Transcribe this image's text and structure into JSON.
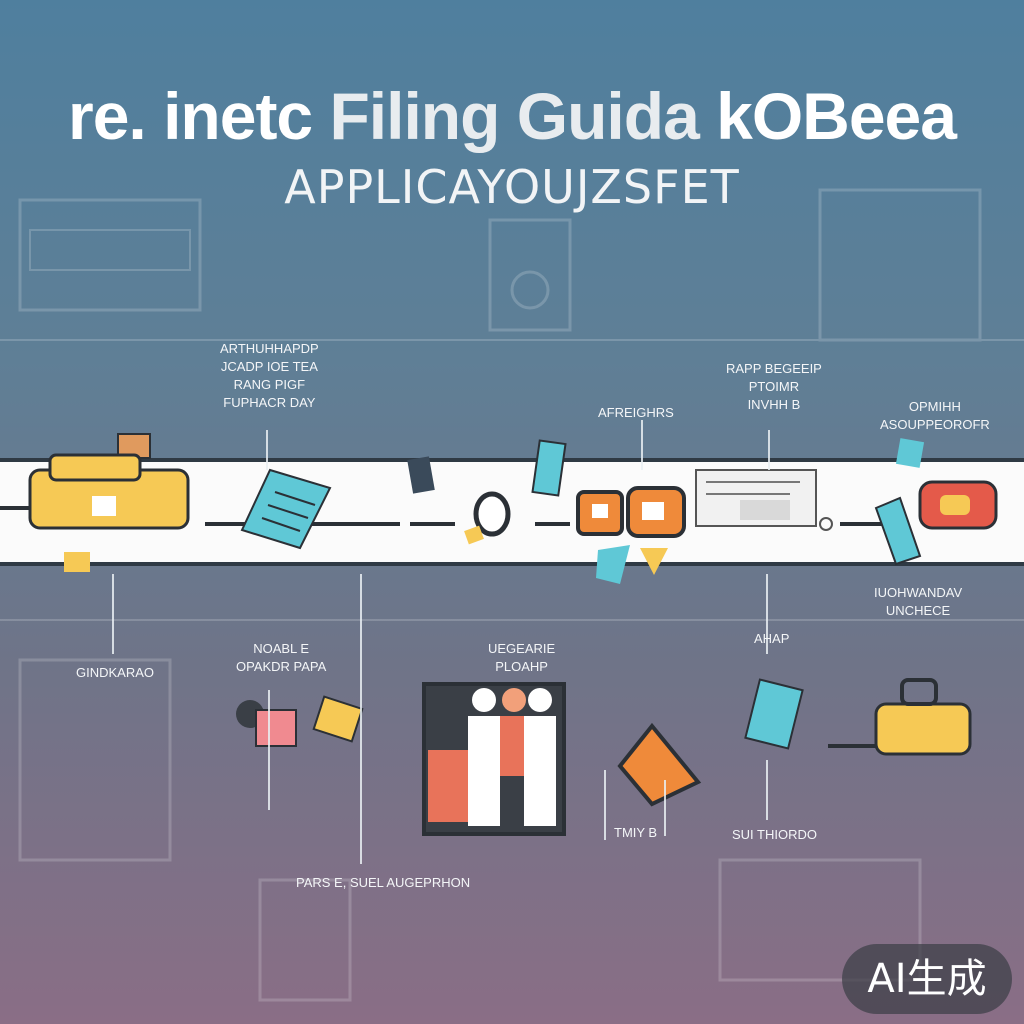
{
  "header": {
    "title_part1": "re. inetc ",
    "title_part2": "Filing Guida",
    "title_part3": " kOBeea",
    "subtitle": "APPLICAYOUJZSFET"
  },
  "labels": {
    "top_left": [
      "ARTHUHHAPDP",
      "JCADP IOE TEA",
      "RANG PIGF",
      "FUPHACR DAY"
    ],
    "top_mid": [
      "AFREIGHRS"
    ],
    "top_right_mid": [
      "RAPP BEGEEIP",
      "PTOIMR",
      "INVHH B"
    ],
    "top_far_right": [
      "OPMIHH",
      "ASOUPPEOROFR"
    ],
    "bottom_right_upper": [
      "IUOHWANDAV",
      "UNCHECE"
    ],
    "bottom_left": [
      "GINDKARAO"
    ],
    "bottom_left_mid": [
      "NOABL E",
      "OPAKDR PAPA"
    ],
    "bottom_center": [
      "UEGEARIE",
      "PLOAHP"
    ],
    "bottom_right": [
      "AHAP"
    ],
    "bottom_timing": [
      "TMIY B"
    ],
    "bottom_sub": [
      "SUI THIORDO"
    ],
    "bottom_footer": [
      "PARS E, SUEL AUGEPRHON"
    ]
  },
  "badge": {
    "text": "AI生成"
  },
  "colors": {
    "yellow": "#f6c955",
    "cyan": "#5fc8d6",
    "orange": "#ef8a3a",
    "salmon": "#e87a6a",
    "dark": "#2b3036",
    "band": "#fbfbfb"
  }
}
